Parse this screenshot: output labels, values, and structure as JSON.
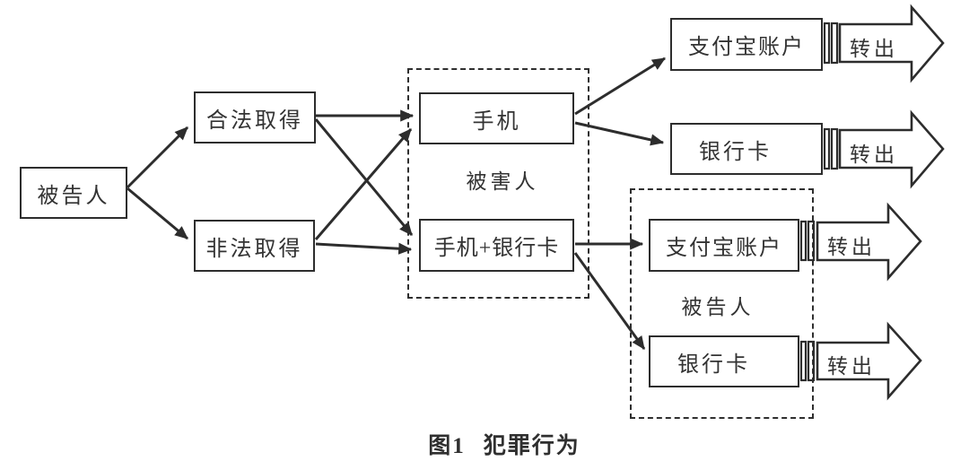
{
  "nodes": {
    "defendant": "被告人",
    "legal_obtain": "合法取得",
    "illegal_obtain": "非法取得",
    "phone": "手机",
    "phone_bank": "手机+银行卡",
    "alipay_top": "支付宝账户",
    "bank_top": "银行卡",
    "alipay_bottom": "支付宝账户",
    "bank_bottom": "银行卡"
  },
  "groups": {
    "victim": "被害人",
    "defendant": "被告人"
  },
  "transfers": [
    {
      "label": "转出"
    },
    {
      "label": "转出"
    },
    {
      "label": "转出"
    },
    {
      "label": "转出"
    }
  ],
  "caption": {
    "number": "图1",
    "title": "犯罪行为"
  },
  "colors": {
    "line": "#2d2d2d",
    "text": "#333333",
    "background": "#ffffff"
  }
}
